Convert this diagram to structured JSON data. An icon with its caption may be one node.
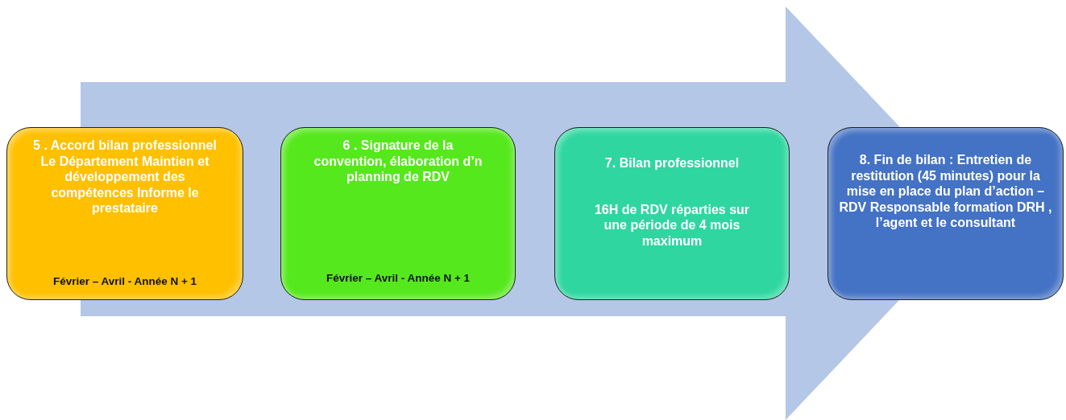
{
  "diagram": {
    "nodes": [
      {
        "text": [
          "5 . Accord bilan professionnel",
          "Le Département Maintien et développement des compétences Informe le prestataire",
          "Février – Avril - Année N + 1"
        ]
      },
      {
        "text": [
          "6 . Signature de la convention, élaboration d’n planning de RDV",
          "Février – Avril - Année N + 1"
        ]
      },
      {
        "text": [
          "7. Bilan professionnel",
          "16H de RDV réparties sur une période de 4 mois maximum"
        ]
      },
      {
        "text": [
          "8. Fin de bilan : Entretien de restitution (45 minutes) pour la mise en place du plan d’action – RDV Responsable formation DRH , l’agent et le consultant"
        ]
      }
    ],
    "edges": [
      {
        "from": 0,
        "to": 3,
        "arrow": "to"
      }
    ]
  }
}
